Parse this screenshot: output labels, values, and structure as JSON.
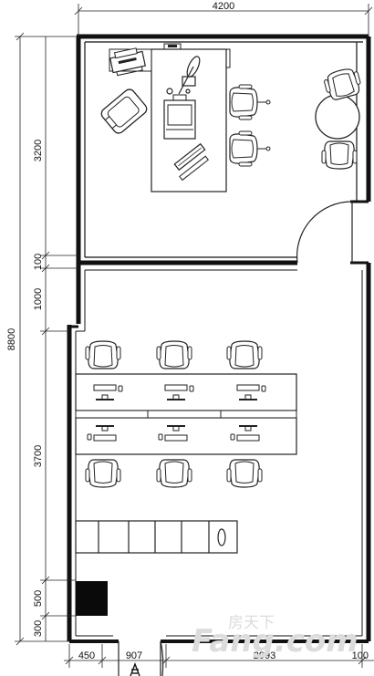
{
  "dimensions": {
    "top_width": "4200",
    "left_total": "8800",
    "left_office": "3200",
    "left_wall": "100",
    "left_corridor": "1000",
    "left_open": "3700",
    "left_500": "500",
    "left_300": "300",
    "bottom_450": "450",
    "bottom_907": "907",
    "bottom_2993": "2993",
    "bottom_100": "100"
  },
  "watermark": {
    "text_latin": "Fang.com",
    "text_cn": "房天下"
  },
  "colors": {
    "wall": "#111111",
    "line": "#222222",
    "watermark": "#dcdcdc"
  },
  "icons": [
    "armchair-icon",
    "office-chair-icon",
    "printer-icon",
    "monitor-icon",
    "keyboard-icon",
    "round-table-icon",
    "door-swing-icon",
    "entry-arrow-icon"
  ]
}
